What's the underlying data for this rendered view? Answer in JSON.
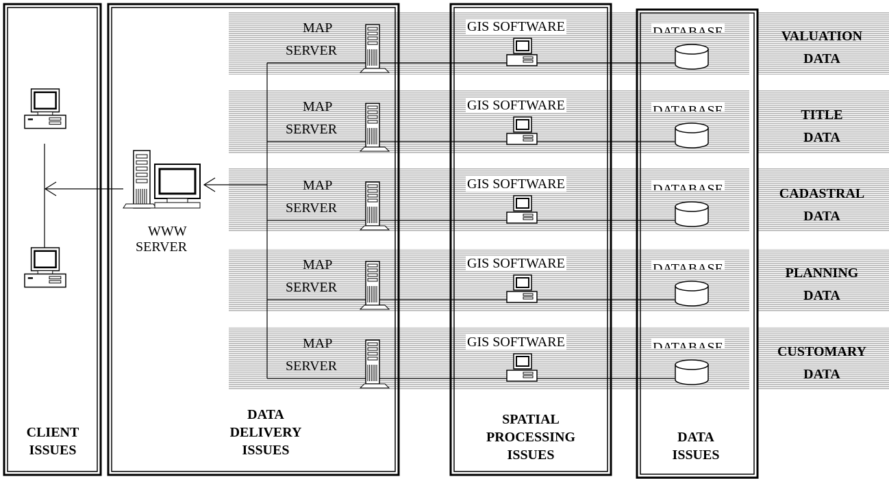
{
  "columns": {
    "client": "CLIENT ISSUES",
    "delivery": "DATA DELIVERY ISSUES",
    "spatial": "SPATIAL PROCESSING ISSUES",
    "data": "DATA ISSUES"
  },
  "www_server": {
    "line1": "WWW",
    "line2": "SERVER"
  },
  "rows": [
    {
      "map1": "MAP",
      "map2": "SERVER",
      "gis": "GIS SOFTWARE",
      "db": "DATABASE",
      "name1": "VALUATION",
      "name2": "DATA"
    },
    {
      "map1": "MAP",
      "map2": "SERVER",
      "gis": "GIS SOFTWARE",
      "db": "DATABASE",
      "name1": "TITLE",
      "name2": "DATA"
    },
    {
      "map1": "MAP",
      "map2": "SERVER",
      "gis": "GIS SOFTWARE",
      "db": "DATABASE",
      "name1": "CADASTRAL",
      "name2": "DATA"
    },
    {
      "map1": "MAP",
      "map2": "SERVER",
      "gis": "GIS SOFTWARE",
      "db": "DATABASE",
      "name1": "PLANNING",
      "name2": "DATA"
    },
    {
      "map1": "MAP",
      "map2": "SERVER",
      "gis": "GIS SOFTWARE",
      "db": "DATABASE",
      "name1": "CUSTOMARY",
      "name2": "DATA"
    }
  ],
  "icons": {
    "client_pc": "desktop-computer-icon",
    "www_server": "server-with-monitor-icon",
    "map_server": "tower-server-icon",
    "gis": "desktop-computer-icon",
    "database": "database-cylinder-icon"
  },
  "colors": {
    "band": "#b4b4b4",
    "line": "#000000"
  }
}
